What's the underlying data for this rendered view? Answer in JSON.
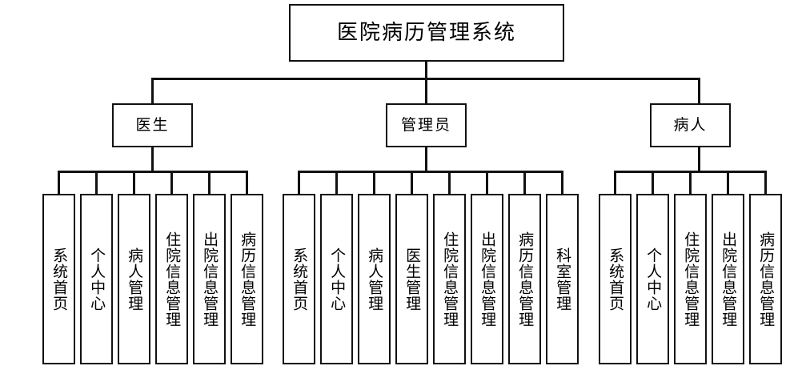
{
  "diagram": {
    "type": "tree",
    "title": "医院病历管理系统",
    "root": {
      "label": "医院病历管理系统"
    },
    "branches": [
      {
        "role_label": "医生",
        "leaves": [
          "系统首页",
          "个人中心",
          "病人管理",
          "住院信息管理",
          "出院信息管理",
          "病历信息管理"
        ]
      },
      {
        "role_label": "管理员",
        "leaves": [
          "系统首页",
          "个人中心",
          "病人管理",
          "医生管理",
          "住院信息管理",
          "出院信息管理",
          "病历信息管理",
          "科室管理"
        ]
      },
      {
        "role_label": "病人",
        "leaves": [
          "系统首页",
          "个人中心",
          "住院信息管理",
          "出院信息管理",
          "病历信息管理"
        ]
      }
    ],
    "colors": {
      "stroke": "#111111",
      "background": "#ffffff",
      "text": "#000000"
    }
  }
}
